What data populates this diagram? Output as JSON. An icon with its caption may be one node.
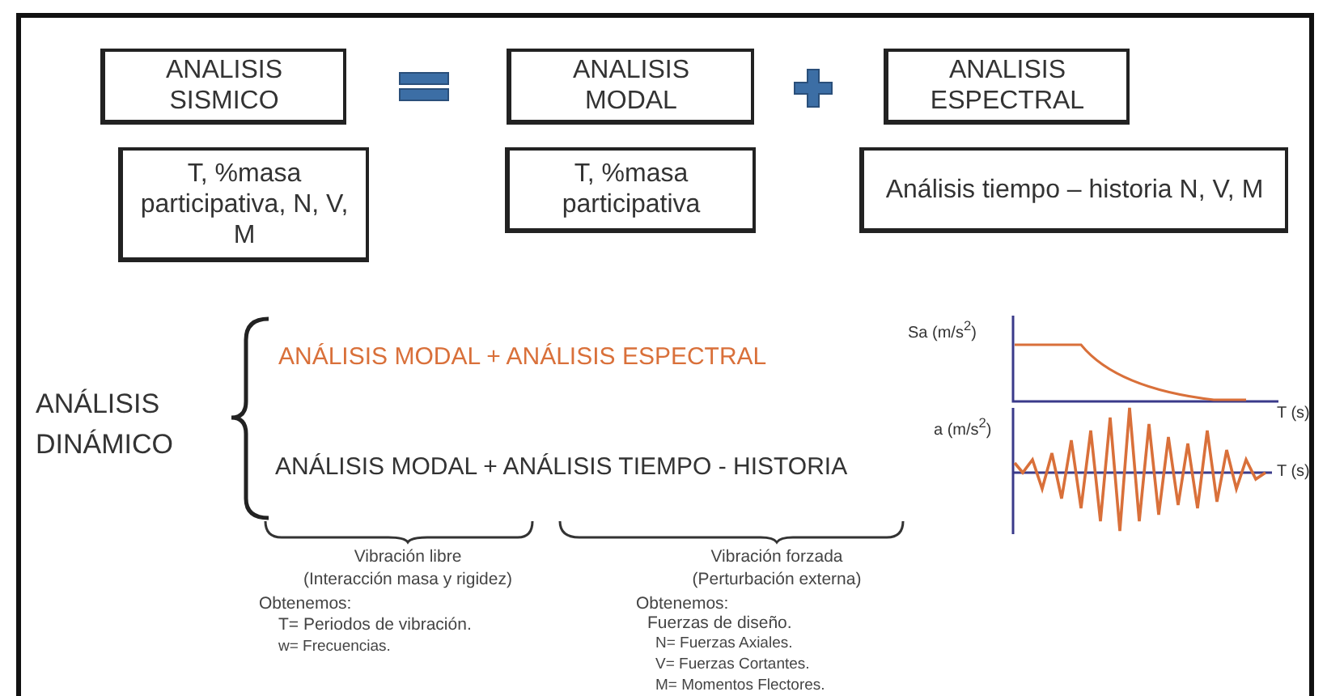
{
  "diagram": {
    "nodes": [
      {
        "text": [
          "ANALISIS SISMICO"
        ]
      },
      {
        "text": [
          "ANALISIS MODAL"
        ]
      },
      {
        "text": [
          "ANALISIS ESPECTRAL"
        ]
      },
      {
        "text": [
          "T, %masa participativa, N, V, M"
        ]
      },
      {
        "text": [
          "T, %masa participativa"
        ]
      },
      {
        "text": [
          "Análisis tiempo – historia N, V, M"
        ]
      }
    ],
    "labels": [
      "ANÁLISIS DINÁMICO",
      "ANÁLISIS MODAL + ANÁLISIS ESPECTRAL",
      "ANÁLISIS MODAL + ANÁLISIS TIEMPO - HISTORIA",
      "Vibración libre",
      "(Interacción masa y rigidez)",
      "Obtenemos:",
      "T= Periodos de vibración.",
      "w= Frecuencias.",
      "Vibración forzada",
      "(Perturbación externa)",
      "Obtenemos:",
      "Fuerzas de diseño.",
      "N= Fuerzas Axiales.",
      "V= Fuerzas Cortantes.",
      "M= Momentos Flectores.",
      "Sa (m/s$^{2}$)",
      "T (s)",
      "a (m/s$^{2}$)",
      "T (s)"
    ]
  }
}
